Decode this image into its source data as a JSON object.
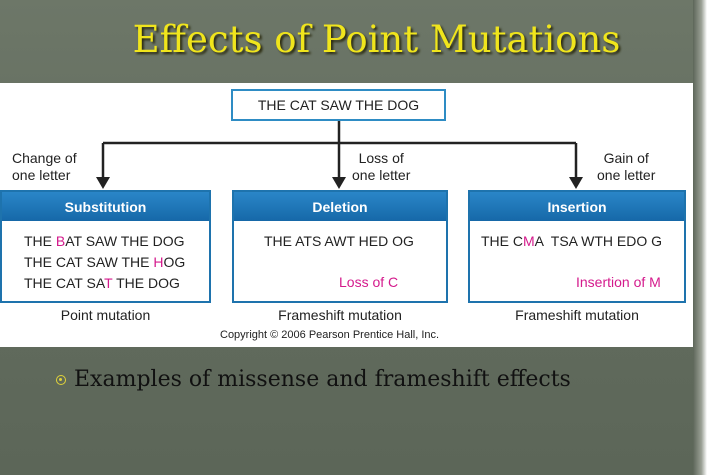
{
  "slide": {
    "title": "Effects of Point Mutations",
    "bullet": "Examples of missense and frameshift effects"
  },
  "figure": {
    "root": "THE CAT SAW THE DOG",
    "branches": [
      {
        "label_line1": "Change of",
        "label_line2": "one letter"
      },
      {
        "label_line1": "Loss of",
        "label_line2": "one letter"
      },
      {
        "label_line1": "Gain of",
        "label_line2": "one letter"
      }
    ],
    "substitution": {
      "header": "Substitution",
      "line1_a": "THE ",
      "line1_hl": "B",
      "line1_b": "AT SAW THE DOG",
      "line2_a": "THE CAT SAW THE ",
      "line2_hl": "H",
      "line2_b": "OG",
      "line3_a": "THE CAT SA",
      "line3_hl": "T",
      "line3_b": " THE DOG",
      "caption": "Point mutation"
    },
    "deletion": {
      "header": "Deletion",
      "line1": "THE ATS AWT HED OG",
      "note": "Loss of C",
      "caption": "Frameshift mutation"
    },
    "insertion": {
      "header": "Insertion",
      "line1_a": "THE C",
      "line1_hl": "M",
      "line1_b": "A  TSA WTH EDO G",
      "note": "Insertion of M",
      "caption": "Frameshift mutation"
    },
    "copyright": "Copyright © 2006 Pearson Prentice Hall, Inc."
  },
  "colors": {
    "title": "#f0e51c",
    "header_blue": "#1e73ad",
    "highlight": "#d41a8c"
  }
}
